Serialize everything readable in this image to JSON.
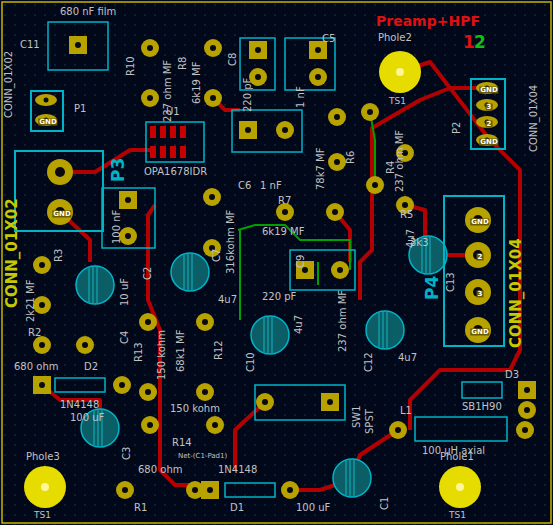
{
  "diagram": {
    "title": "Preamp+HPF",
    "nodes": [
      {
        "text": [
          "GND"
        ]
      },
      {
        "text": [
          "GND",
          "3",
          "2",
          "GND"
        ]
      },
      {
        "text": [
          "GND"
        ]
      },
      {
        "text": [
          "GND",
          "2",
          "3",
          "GND"
        ]
      }
    ],
    "labels": [
      "1",
      "2",
      "680 nF film",
      "C11",
      "CONN_01X02",
      "P1",
      "R10",
      "237 ohm MF",
      "R8",
      "6k19 MF",
      "C8",
      "220 pF",
      "C5",
      "1 nF",
      "Phole2",
      "TS1",
      "P2",
      "CONN_01X04",
      "U1",
      "OPA1678IDR",
      "C6",
      "1 nF",
      "78k7 MF",
      "R6",
      "R4",
      "237 ohm MF",
      "R5",
      "3k3",
      "100 nF",
      "C2",
      "316kohm MF",
      "R7",
      "6k19 MF",
      "C9",
      "220 pF",
      "C7",
      "4u7",
      "237 ohm MF",
      "C10",
      "4u7",
      "C13",
      "4u7",
      "C12",
      "4u7",
      "P4",
      "CONN_01X04",
      "CONN_01X02",
      "P3",
      "R3",
      "2k21 MF",
      "C4",
      "10 uF",
      "R2",
      "680 ohm",
      "D2",
      "1N4148",
      "100 uF",
      "C3",
      "R13",
      "150 kohm",
      "68k1 MF",
      "R12",
      "150 kohm",
      "R14",
      "680 ohm",
      "R1",
      "1N4148",
      "D1",
      "Net-(C1-Pad1)",
      "100 uF",
      "C1",
      "SW1",
      "SPST",
      "D3",
      "SB1H90",
      "L1",
      "100 uH axial",
      "Phole3",
      "TS1",
      "Phole1",
      "TS1"
    ]
  }
}
